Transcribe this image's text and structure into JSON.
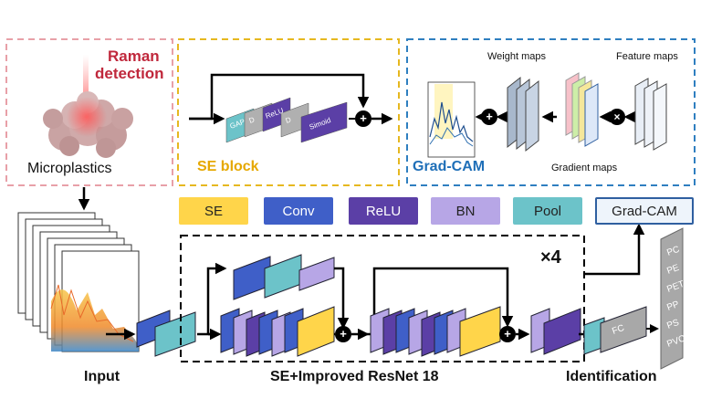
{
  "raman_panel": {
    "title_line1": "Raman",
    "title_line2": "detection",
    "sample_label": "Microplastics"
  },
  "se_block": {
    "title": "SE block",
    "layers": [
      "GAP",
      "D",
      "ReLU",
      "D",
      "Simoid"
    ]
  },
  "gradcam_panel": {
    "title": "Grad-CAM",
    "weight_maps": "Weight maps",
    "feature_maps": "Feature maps",
    "gradient_maps": "Gradient maps"
  },
  "legend": [
    {
      "label": "SE",
      "color": "#ffd54a"
    },
    {
      "label": "Conv",
      "color": "#3f5fc8"
    },
    {
      "label": "ReLU",
      "color": "#5b3fa6"
    },
    {
      "label": "BN",
      "color": "#b7a6e6"
    },
    {
      "label": "Pool",
      "color": "#6cc3c9"
    },
    {
      "label": "Grad-CAM",
      "color": "#eef4fb"
    }
  ],
  "network": {
    "repeat": "×4",
    "fc_label": "FC"
  },
  "classes": [
    "PC",
    "PE",
    "PET",
    "PP",
    "PS",
    "PVC"
  ],
  "bottom_labels": {
    "input": "Input",
    "network": "SE+Improved ResNet 18",
    "output": "Identification"
  },
  "colors": {
    "raman_border": "#e8a0a8",
    "se_border": "#e6b820",
    "gradcam_border": "#2f7fc0",
    "raman_text": "#c0283c",
    "se_text": "#e6a800",
    "gradcam_text": "#1f6fb8"
  }
}
